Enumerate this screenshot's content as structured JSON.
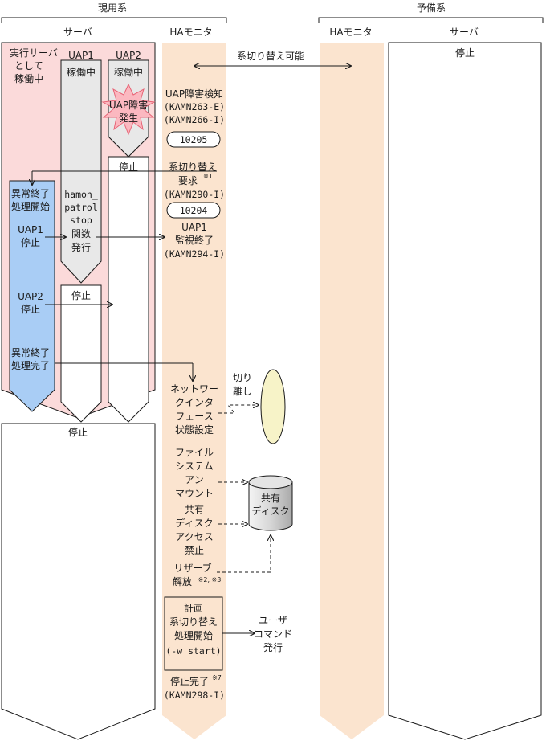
{
  "headers": {
    "active_system": "現用系",
    "standby_system": "予備系",
    "server": "サーバ",
    "ha_monitor": "HAモニタ",
    "standby_ha_monitor": "HAモニタ",
    "standby_server": "サーバ",
    "uap1": "UAP1",
    "uap2": "UAP2"
  },
  "server": {
    "exec_line1": "実行サーバ",
    "exec_line2": "として",
    "exec_line3": "稼働中",
    "abnormal_start_1": "異常終了",
    "abnormal_start_2": "処理開始",
    "uap1_stop_1": "UAP1",
    "uap1_stop_2": "停止",
    "uap2_stop_1": "UAP2",
    "uap2_stop_2": "停止",
    "abnormal_done_1": "異常終了",
    "abnormal_done_2": "処理完了",
    "stopped": "停止"
  },
  "uap1": {
    "running": "稼働中",
    "func_1": "hamon_",
    "func_2": "patrol",
    "func_3": "stop",
    "func_4": "関数",
    "func_5": "発行",
    "stopped": "停止"
  },
  "uap2": {
    "running": "稼働中",
    "failure_1": "UAP障害",
    "failure_2": "発生",
    "stopped": "停止"
  },
  "ha_monitor": {
    "switchable": "系切り替え可能",
    "detect_1": "UAP障害検知",
    "detect_2": "(KAMN263-E)",
    "detect_3": "(KAMN266-I)",
    "code_1": "10205",
    "request_1": "系切り替え",
    "request_2": "要求",
    "request_note": "※1",
    "request_3": "(KAMN290-I)",
    "code_2": "10204",
    "monitor_end_1": "UAP1",
    "monitor_end_2": "監視終了",
    "monitor_end_3": "(KAMN294-I)",
    "nic_1": "ネットワー",
    "nic_2": "クインタ",
    "nic_3": "フェース",
    "nic_4": "状態設定",
    "detach_1": "切り",
    "detach_2": "離し",
    "fs_1": "ファイル",
    "fs_2": "システム",
    "fs_3": "アン",
    "fs_4": "マウント",
    "disk_1": "共有",
    "disk_2": "ディスク",
    "access_1": "共有",
    "access_2": "ディスク",
    "access_3": "アクセス",
    "access_4": "禁止",
    "reserve_1": "リザーブ",
    "reserve_2": "解放",
    "reserve_note": "※2, ※3",
    "planned_1": "計画",
    "planned_2": "系切り替え",
    "planned_3": "処理開始",
    "planned_4": "(-w start)",
    "user_cmd_1": "ユーザ",
    "user_cmd_2": "コマンド",
    "user_cmd_3": "発行",
    "stop_done": "停止完了",
    "stop_done_note": "※7",
    "stop_done_code": "(KAMN298-I)"
  },
  "standby": {
    "stopped": "停止"
  },
  "colors": {
    "server_bg": "#fbdada",
    "ha_bar": "#fbe4cf",
    "uap_gray": "#e8e8e8",
    "abnormal_blue": "#a9cdf5",
    "burst": "#fbb8c0",
    "nic_ellipse": "#f7f3c8"
  }
}
